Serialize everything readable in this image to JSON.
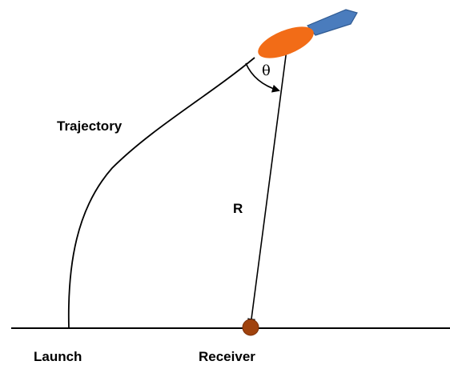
{
  "labels": {
    "trajectory": "Trajectory",
    "range": "R",
    "angle": "θ",
    "launch": "Launch",
    "receiver": "Receiver"
  },
  "colors": {
    "line": "#000000",
    "rocket_body": "#F26C17",
    "rocket_nose": "#4A7CBD",
    "receiver_dot": "#A0420D",
    "background": "#FFFFFF"
  },
  "icons": {
    "rocket": "rocket-icon",
    "receiver": "receiver-dot-icon"
  }
}
